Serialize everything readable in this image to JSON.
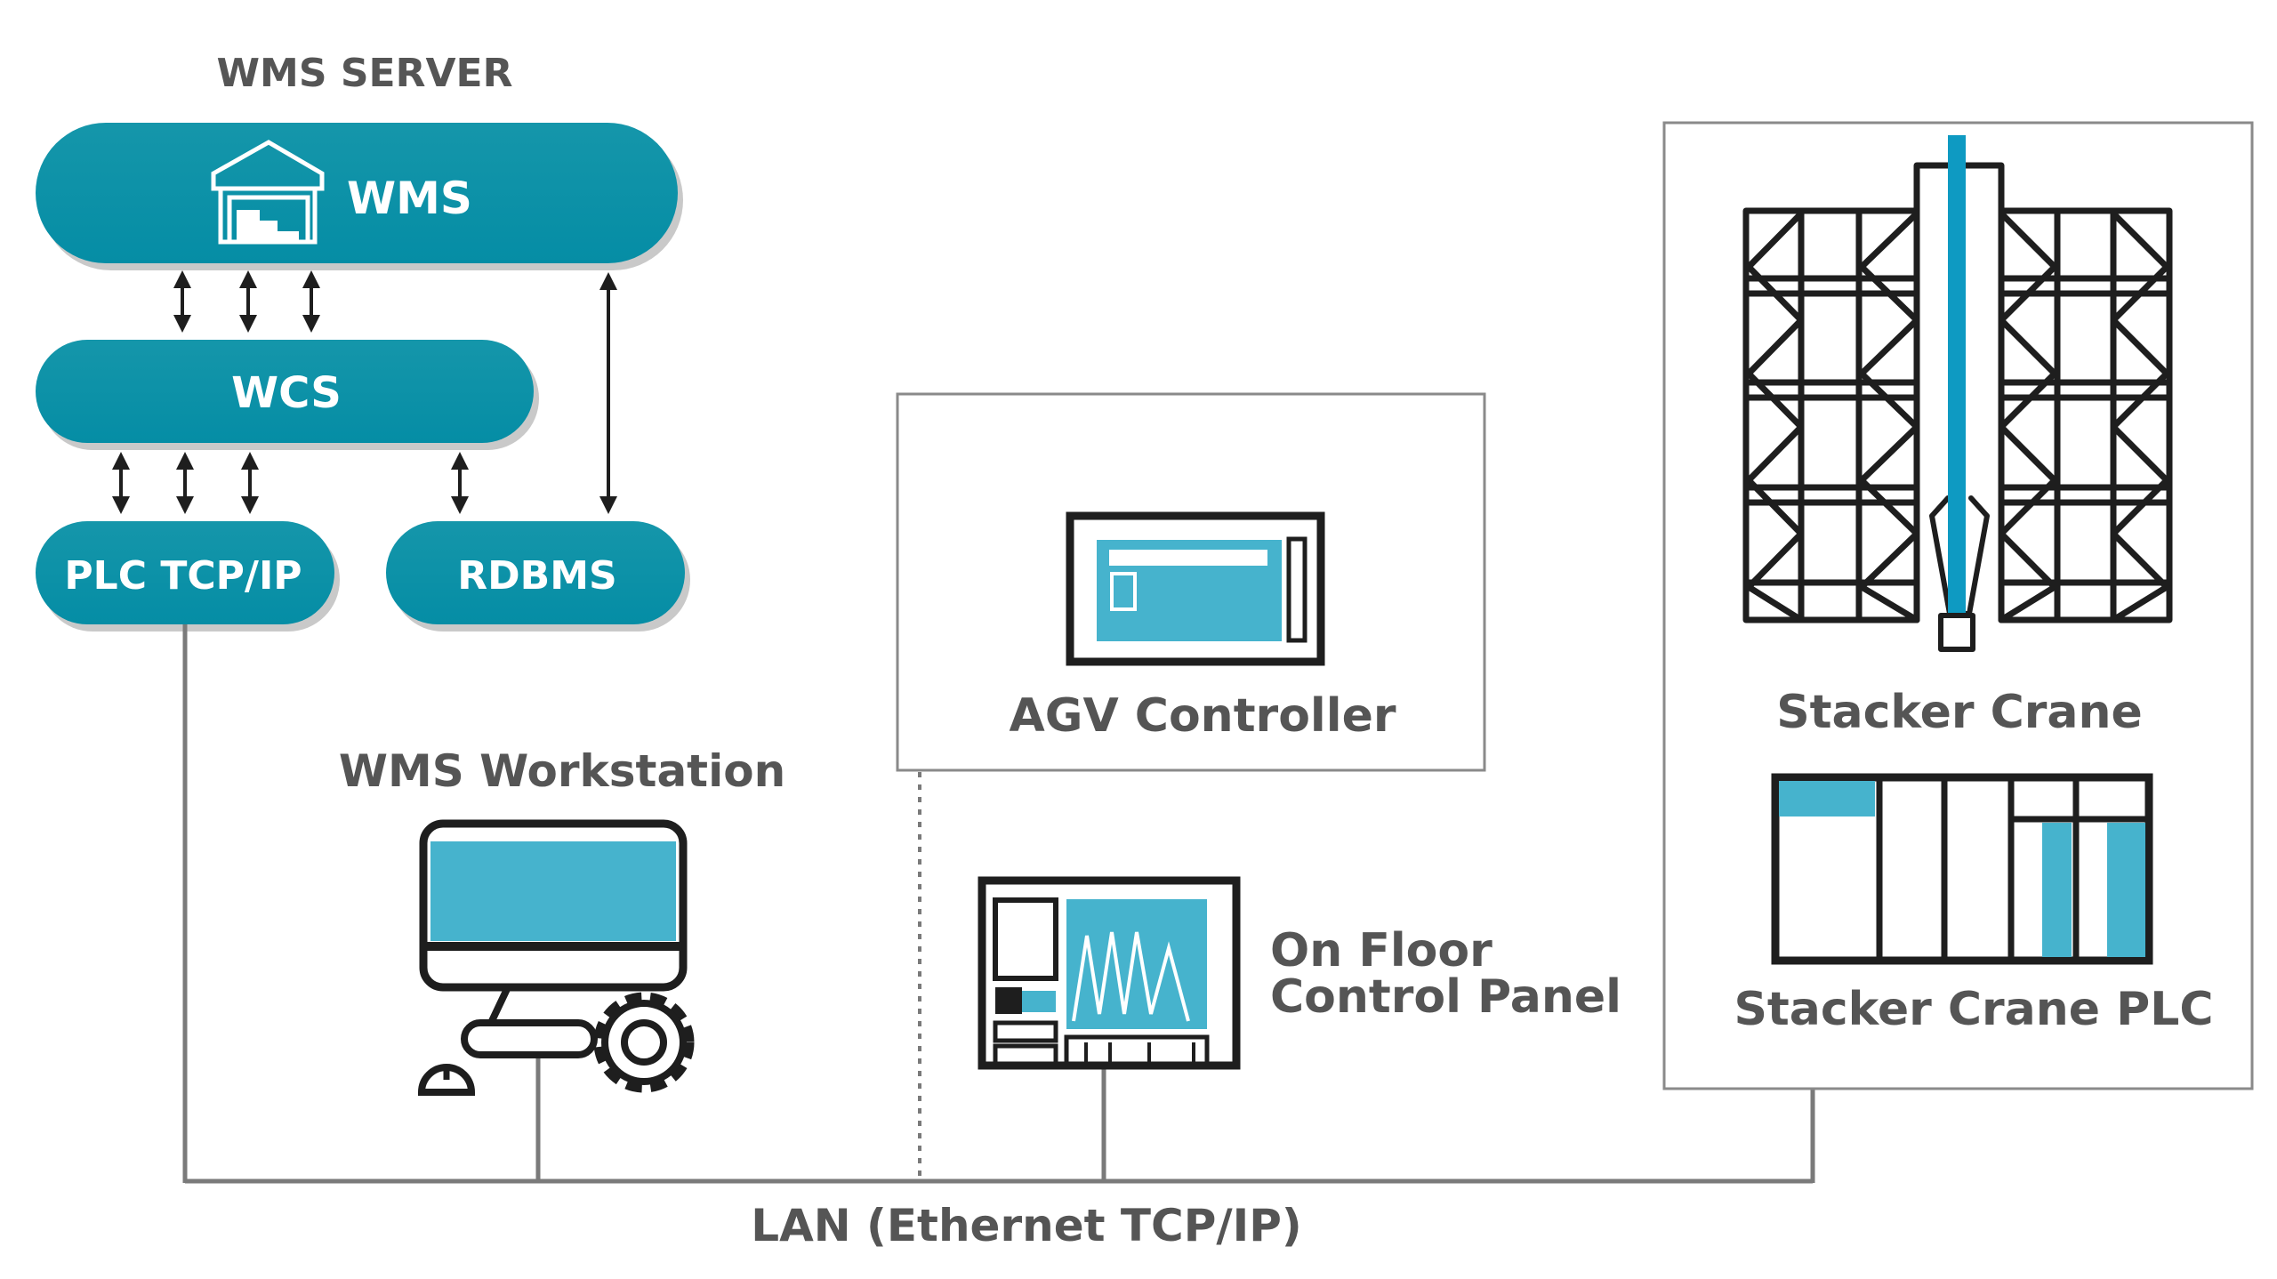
{
  "title": "WMS SERVER",
  "colors": {
    "pill": "#0e93a8",
    "pill_shadow": "#c9c9c9",
    "accent": "#46b3cd",
    "crane_mast": "#0e9ac2",
    "line_dark": "#1e1e1e",
    "network": "#7a7a7a",
    "label": "#555555"
  },
  "server": {
    "wms": {
      "label": "WMS",
      "icon": "warehouse-icon"
    },
    "wcs": {
      "label": "WCS"
    },
    "plc": {
      "label": "PLC TCP/IP"
    },
    "rdbms": {
      "label": "RDBMS"
    }
  },
  "components": {
    "workstation": {
      "label": "WMS Workstation",
      "icon": "computer-gear-icon"
    },
    "agv": {
      "label": "AGV Controller",
      "icon": "agv-controller-icon"
    },
    "control_panel": {
      "label_line1": "On Floor",
      "label_line2": "Control Panel",
      "icon": "control-panel-icon"
    },
    "stacker_crane": {
      "label": "Stacker Crane",
      "icon": "stacker-crane-icon"
    },
    "stacker_plc": {
      "label": "Stacker Crane PLC",
      "icon": "plc-icon"
    }
  },
  "network": {
    "label": "LAN (Ethernet TCP/IP)"
  }
}
